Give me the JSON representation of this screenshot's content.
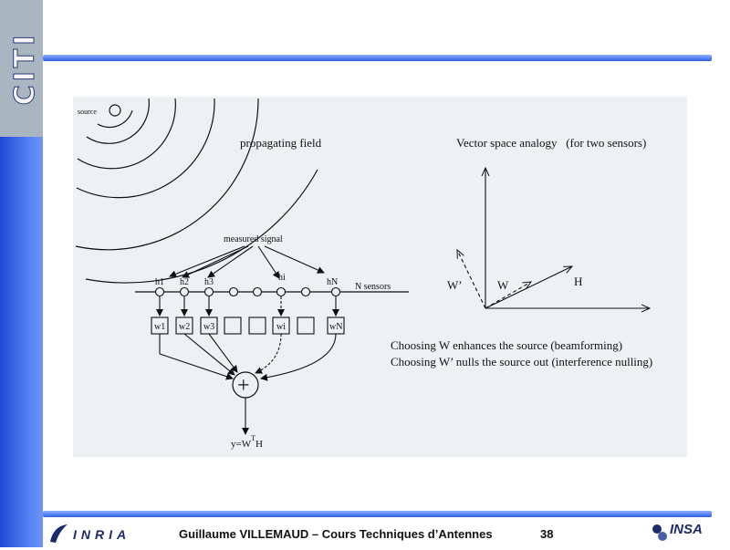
{
  "slide": {
    "logo_text": "CITI",
    "footer_text": "Guillaume VILLEMAUD – Cours Techniques d’Antennes",
    "page_number": "38",
    "inria_label": "INRIA",
    "insa_label": "INSA",
    "colors": {
      "sidebar": "#2c58e0",
      "bar": "#3e6cf0",
      "figure_background": "#eef1f3"
    }
  },
  "diagram": {
    "source_label": "source",
    "field_label": "propagating field",
    "measured_label": "measured signal",
    "sensor_labels": [
      "h1",
      "h2",
      "h3",
      "hi",
      "hN"
    ],
    "n_sensors_label": "N sensors",
    "weight_labels": [
      "w1",
      "w2",
      "w3",
      "wi",
      "wN"
    ],
    "sum_symbol": "+",
    "output_label_main": "y=W",
    "output_label_sup": "T",
    "output_label_end": "H",
    "vector_title": "Vector space analogy   (for two sensors)",
    "vector_labels": {
      "w_prime": "W’",
      "w": "W",
      "h": "H"
    },
    "caption_lines": [
      "Choosing W enhances the source (beamforming)",
      "Choosing W’ nulls the source out (interference nulling)"
    ]
  }
}
